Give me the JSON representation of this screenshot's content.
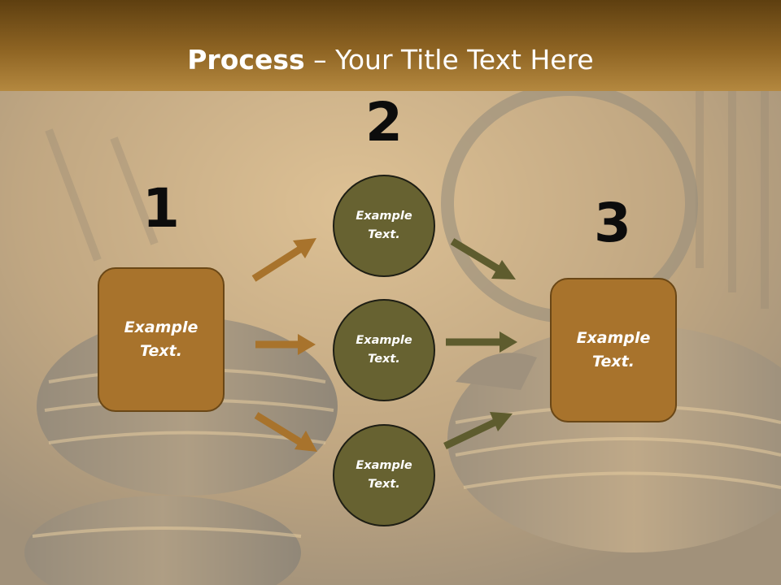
{
  "title": {
    "bold": "Process",
    "rest": " – Your Title Text Here"
  },
  "steps": [
    {
      "number": "1",
      "text": "Example\nText."
    },
    {
      "number": "2",
      "texts": [
        "Example\nText.",
        "Example\nText.",
        "Example\nText."
      ]
    },
    {
      "number": "3",
      "text": "Example\nText."
    }
  ],
  "colors": {
    "box_fill": "#a8732c",
    "circle_fill": "#676231",
    "left_arrow": "#a8732c",
    "right_arrow": "#5e5c2e",
    "header": "#8e6423"
  },
  "background": "photo of decorative ceramic teapots (faded)"
}
